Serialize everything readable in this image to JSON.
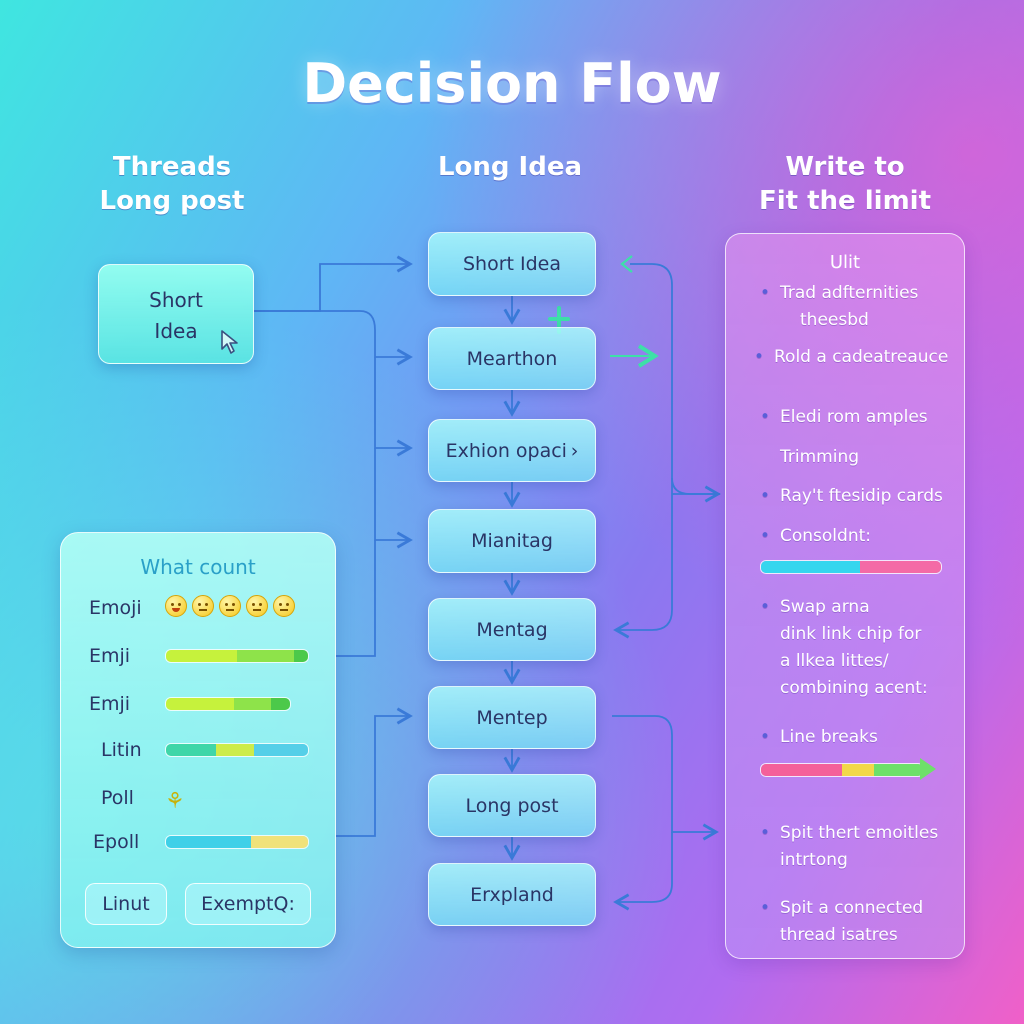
{
  "title": "Decision Flow",
  "columns": {
    "left": [
      "Threads",
      "Long post"
    ],
    "middle": [
      "Long Idea"
    ],
    "right": [
      "Write to",
      "Fit the limit"
    ]
  },
  "start_card": {
    "lines": [
      "Short",
      "Idea"
    ],
    "icon": "cursor-icon"
  },
  "steps": [
    "Short Idea",
    "Mearthon",
    "Exhion opaci ›",
    "Mianitag",
    "Mentag",
    "Mentep",
    "Long post",
    "Erxpland"
  ],
  "what_counts": {
    "title": "What count",
    "rows": [
      {
        "label": "Emoji",
        "kind": "emoji",
        "faces": 5
      },
      {
        "label": "Emji",
        "kind": "bar",
        "segments": [
          {
            "color": "#c6f23c",
            "frac": 0.5
          },
          {
            "color": "#8ee34a",
            "frac": 0.4
          },
          {
            "color": "#4cc94a",
            "frac": 0.1
          }
        ]
      },
      {
        "label": "Emji",
        "kind": "bar",
        "segments": [
          {
            "color": "#c6f23c",
            "frac": 0.55
          },
          {
            "color": "#8ee34a",
            "frac": 0.3
          },
          {
            "color": "#4cc94a",
            "frac": 0.15
          }
        ]
      },
      {
        "label": "Litin",
        "kind": "bar",
        "segments": [
          {
            "color": "#3fd6a8",
            "frac": 0.35
          },
          {
            "color": "#cdec4a",
            "frac": 0.27
          },
          {
            "color": "#55cfe8",
            "frac": 0.38
          }
        ]
      },
      {
        "label": "Poll",
        "kind": "glyph",
        "glyph": "⚘"
      },
      {
        "label": "Epoll",
        "kind": "bar",
        "segments": [
          {
            "color": "#3fd0e8",
            "frac": 0.6
          },
          {
            "color": "#f0e27a",
            "frac": 0.4
          }
        ]
      }
    ],
    "buttons": [
      "Linut",
      "ExemptQ:"
    ]
  },
  "rules": {
    "title": "Ulit",
    "items": [
      {
        "lines": [
          "Trad adfternities",
          "theesbd"
        ],
        "bullet": true
      },
      {
        "lines": [
          "Rold a cadeatreauce"
        ],
        "bullet": true
      },
      {
        "lines": [
          "Eledi rom amples"
        ],
        "bullet": true
      },
      {
        "lines": [
          "Trimming"
        ],
        "bullet": false
      },
      {
        "lines": [
          "Ray't ftesidip cards"
        ],
        "bullet": true
      },
      {
        "lines": [
          "Consoldnt:"
        ],
        "bullet": true
      },
      {
        "lines": [
          "Swap arna",
          "dink link chip for",
          "a llkea littes/",
          "combining acent:"
        ],
        "bullet": true
      },
      {
        "lines": [
          "Line breaks"
        ],
        "bullet": true
      },
      {
        "lines": [
          "Spit thert emoitles",
          "intrtong"
        ],
        "bullet": true
      },
      {
        "lines": [
          "Spit a connected",
          "thread isatres"
        ],
        "bullet": true
      }
    ],
    "bars": [
      [
        {
          "color": "#35d6ee",
          "frac": 0.55
        },
        {
          "color": "#f46aa6",
          "frac": 0.45
        }
      ],
      [
        {
          "color": "#f4609a",
          "frac": 0.5
        },
        {
          "color": "#f2d84a",
          "frac": 0.2
        },
        {
          "color": "#6ee06a",
          "frac": 0.3
        }
      ]
    ]
  },
  "colors": {
    "connector": "#3a7ad8",
    "accent_green": "#3de0a8"
  }
}
